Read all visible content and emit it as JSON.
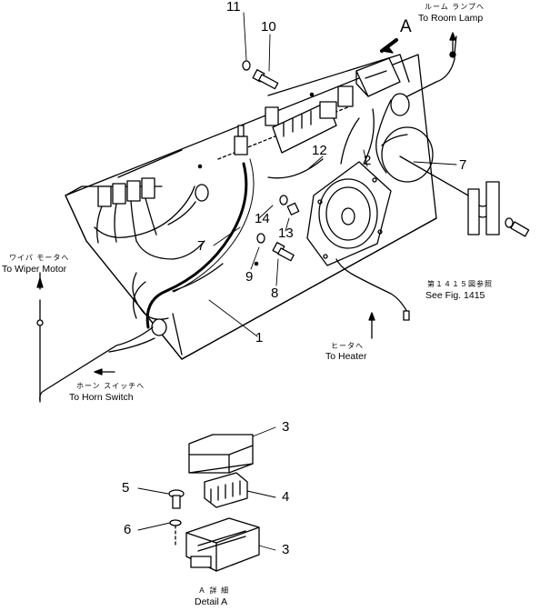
{
  "parts": {
    "p1": "1",
    "p2": "2",
    "p3a": "3",
    "p3b": "3",
    "p4": "4",
    "p5": "5",
    "p6": "6",
    "p7a": "7",
    "p7b": "7",
    "p8": "8",
    "p9": "9",
    "p10": "10",
    "p11": "11",
    "p12": "12",
    "p13": "13",
    "p14": "14"
  },
  "view_marker": "A",
  "callouts": {
    "room_lamp": {
      "jp": "ルーム ランプへ",
      "en": "To Room Lamp"
    },
    "wiper_motor": {
      "jp": "ワイパ モータへ",
      "en": "To Wiper Motor"
    },
    "heater": {
      "jp": "ヒータへ",
      "en": "To Heater"
    },
    "horn_switch": {
      "jp": "ホーン スイッチへ",
      "en": "To Horn Switch"
    },
    "see_fig": {
      "jp": "第１４１５図参照",
      "en": "See Fig. 1415"
    },
    "detail": {
      "jp": "Ａ 詳 細",
      "en": "Detail A"
    }
  },
  "colors": {
    "ink": "#000000",
    "paper": "#ffffff"
  }
}
